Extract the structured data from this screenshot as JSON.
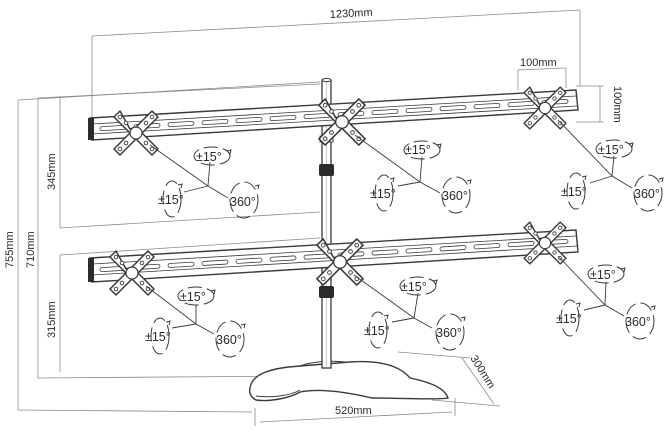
{
  "dimensions": {
    "overall_width": "1230mm",
    "vesa_width": "100mm",
    "vesa_height": "100mm",
    "upper_gap": "345mm",
    "lower_gap": "315mm",
    "mid_height": "710mm",
    "total_height": "755mm",
    "base_depth": "300mm",
    "base_width": "520mm"
  },
  "rotation_labels": {
    "tilt": "±15°",
    "swivel": "±15°",
    "rotate": "360°"
  },
  "colors": {
    "line": "#3a3a3a",
    "dim_line": "#8a8a8a",
    "fill": "#ffffff",
    "dark": "#1f1f1f"
  }
}
